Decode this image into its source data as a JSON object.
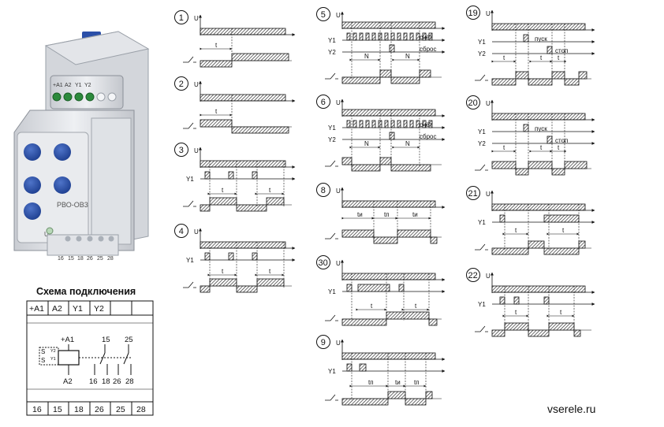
{
  "device": {
    "model": "РВО-ОВ3",
    "top_terminals": [
      "+A1",
      "A2",
      "Y1",
      "Y2"
    ],
    "bottom_terminals": [
      "16",
      "15",
      "18",
      "26",
      "25",
      "28"
    ],
    "u_label": "U"
  },
  "scheme": {
    "title": "Схема подключения",
    "top_cells": [
      "+A1",
      "A2",
      "Y1",
      "Y2",
      "",
      ""
    ],
    "bottom_cells": [
      "16",
      "15",
      "18",
      "26",
      "25",
      "28"
    ],
    "coil_labels": {
      "a1": "+A1",
      "a2": "A2",
      "y1": "Y1",
      "y2": "Y2",
      "s1": "S",
      "s2": "S"
    },
    "contact_labels": {
      "c15": "15",
      "c25": "25",
      "c16": "16",
      "c18": "18",
      "c26": "26",
      "c28": "28"
    }
  },
  "labels": {
    "u": "U",
    "y1": "Y1",
    "y2": "Y2",
    "t": "t",
    "ti": "tи",
    "tp": "tп",
    "n": "N",
    "schet": "счёт",
    "sbros": "сброс",
    "pusk": "пуск",
    "stop": "стоп"
  },
  "diagrams": [
    {
      "id": "1"
    },
    {
      "id": "2"
    },
    {
      "id": "3"
    },
    {
      "id": "4"
    },
    {
      "id": "5"
    },
    {
      "id": "6"
    },
    {
      "id": "8"
    },
    {
      "id": "30"
    },
    {
      "id": "9"
    },
    {
      "id": "19"
    },
    {
      "id": "20"
    },
    {
      "id": "21"
    },
    {
      "id": "22"
    }
  ],
  "footer": {
    "site": "vserele.ru"
  }
}
